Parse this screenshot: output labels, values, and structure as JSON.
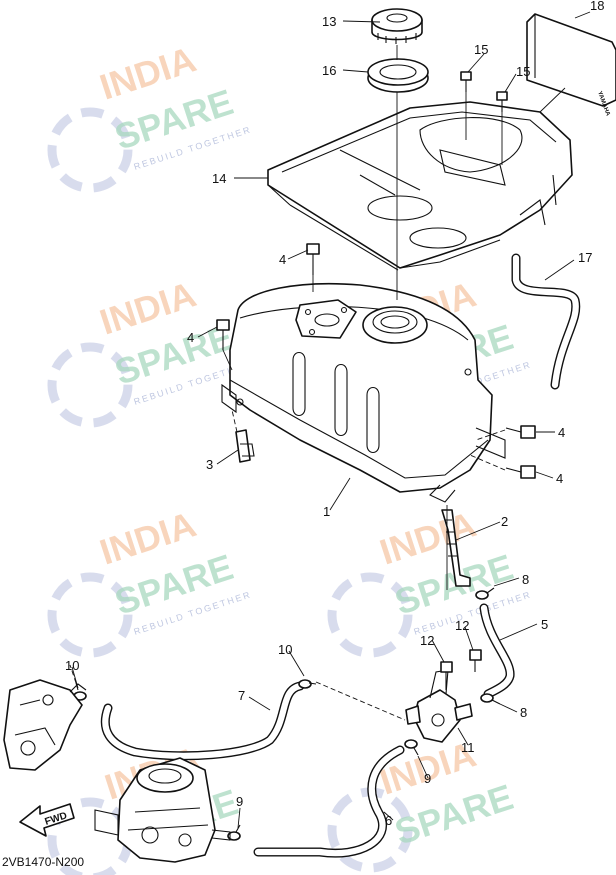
{
  "diagram_code": "2VB1470-N200",
  "fwd_label": "FWD",
  "brand_label": "YAMAHA",
  "watermark": {
    "line1": "INDIA",
    "line2": "SPARE",
    "tagline": "REBUILD TOGETHER"
  },
  "callouts": {
    "c1": "1",
    "c2": "2",
    "c3": "3",
    "c4a": "4",
    "c4b": "4",
    "c4c": "4",
    "c4d": "4",
    "c5": "5",
    "c6": "6",
    "c7": "7",
    "c8a": "8",
    "c8b": "8",
    "c9a": "9",
    "c9b": "9",
    "c10a": "10",
    "c10b": "10",
    "c11": "11",
    "c12a": "12",
    "c12b": "12",
    "c13": "13",
    "c14": "14",
    "c15a": "15",
    "c15b": "15",
    "c16": "16",
    "c17": "17",
    "c18": "18"
  }
}
